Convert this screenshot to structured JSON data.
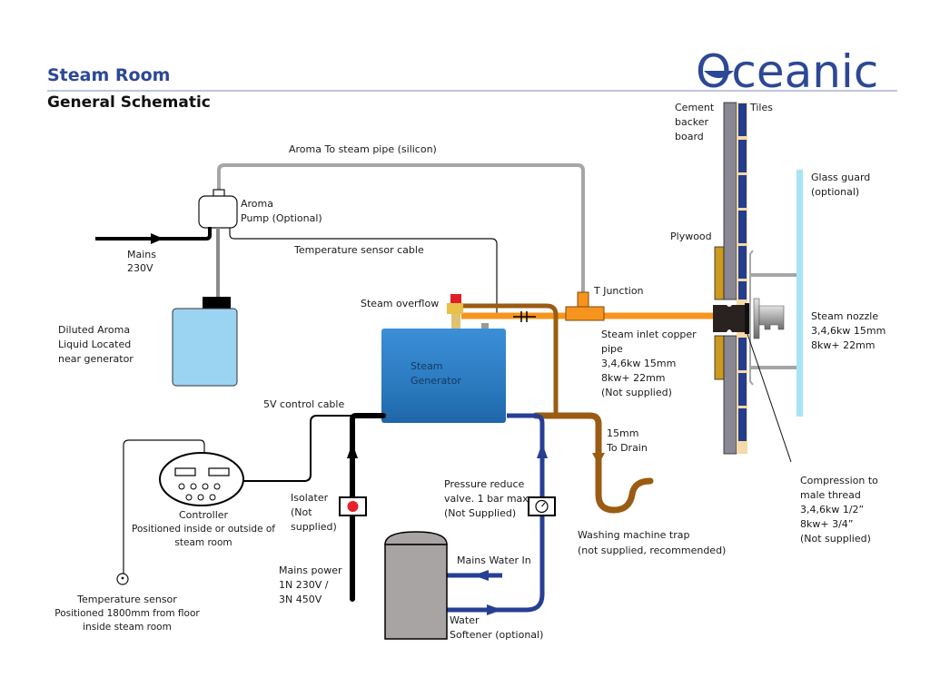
{
  "header": {
    "title": "Steam Room",
    "subtitle": "General Schematic",
    "brand": "Oceanic"
  },
  "colors": {
    "brand_blue": "#2c4896",
    "aroma_pipe": "#a6a6a6",
    "steam_pipe": "#f7941d",
    "drain_pipe": "#9a5b12",
    "water_pipe": "#263f94",
    "power_cable": "#000000",
    "generator": "#2f7fc4",
    "aroma_tank": "#9bd4f2",
    "cement_board": "#8a8794",
    "tiles": "#243d8c",
    "plywood": "#cc9a1e",
    "glass_guard": "#a8e4f4",
    "softener": "#a8a4a4",
    "isolator_dot": "#e8202a"
  },
  "labels": {
    "aroma_pipe": "Aroma To steam pipe (silicon)",
    "aroma_pump": [
      "Aroma",
      "Pump (Optional)"
    ],
    "temp_cable": "Temperature sensor cable",
    "mains_230": [
      "Mains",
      "230V"
    ],
    "aroma_liquid": [
      "Diluted Aroma",
      "Liquid Located",
      "near generator"
    ],
    "steam_overflow": "Steam overflow",
    "t_junction": "T Junction",
    "generator": [
      "Steam",
      "Generator"
    ],
    "steam_inlet": [
      "Steam inlet copper",
      "pipe",
      "3,4,6kw 15mm",
      "8kw+ 22mm",
      "(Not supplied)"
    ],
    "control_cable": "5V control cable",
    "drain": [
      "15mm",
      "To Drain"
    ],
    "controller": "Controller",
    "controller_note": [
      "Positioned inside or outside of",
      "steam room"
    ],
    "isolater": [
      "Isolater",
      "(Not",
      "supplied)"
    ],
    "pressure_valve": [
      "Pressure reduce",
      "valve. 1 bar max",
      "(Not Supplied)"
    ],
    "trap": [
      "Washing machine trap",
      "(not supplied, recommended)"
    ],
    "mains_water": "Mains Water In",
    "mains_power": [
      "Mains power",
      "1N 230V /",
      "3N 450V"
    ],
    "softener": [
      "Water",
      "Softener (optional)"
    ],
    "temp_sensor": "Temperature sensor",
    "temp_sensor_note": [
      "Positioned 1800mm from floor",
      "inside steam room"
    ],
    "cement": [
      "Cement",
      "backer",
      "board"
    ],
    "tiles": "Tiles",
    "glass_guard": [
      "Glass guard",
      "(optional)"
    ],
    "plywood": "Plywood",
    "nozzle": [
      "Steam nozzle",
      "3,4,6kw 15mm",
      "8kw+ 22mm"
    ],
    "compression": [
      "Compression to",
      "male thread",
      "3,4,6kw 1/2”",
      "8kw+ 3/4”",
      "(Not supplied)"
    ]
  }
}
